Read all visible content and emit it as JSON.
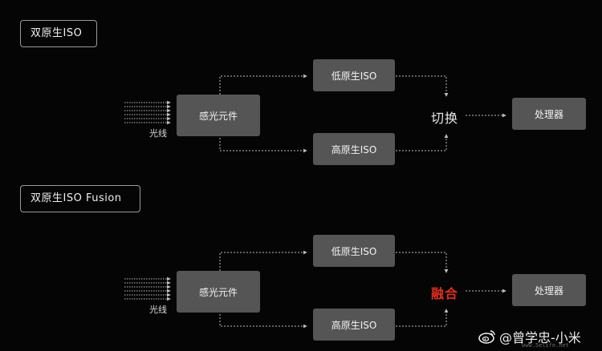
{
  "diagram1": {
    "title": "双原生ISO",
    "light_label": "光线",
    "sensor": "感光元件",
    "low_iso": "低原生ISO",
    "high_iso": "高原生ISO",
    "merge": "切换",
    "processor": "处理器"
  },
  "diagram2": {
    "title": "双原生ISO Fusion",
    "light_label": "光线",
    "sensor": "感光元件",
    "low_iso": "低原生ISO",
    "high_iso": "高原生ISO",
    "merge": "融合",
    "processor": "处理器"
  },
  "watermark": {
    "text": "@曾学忠-小米",
    "icon": "weibo-icon",
    "sub": "www.5elife.net"
  },
  "colors": {
    "background": "#050505",
    "box": "#555555",
    "fusion_accent": "#e0301e",
    "connector": "#bdbdbd"
  }
}
